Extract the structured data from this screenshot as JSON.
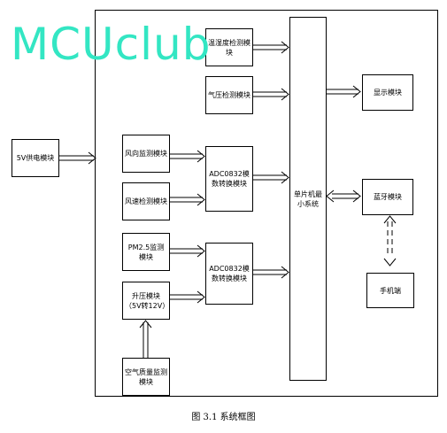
{
  "watermark": "MCUclub",
  "caption": "图 3.1  系统框图",
  "blocks": {
    "power": "5V供电模块",
    "temp": "温湿度检测模块",
    "pressure": "气压检测模块",
    "wind_dir": "风向监测模块",
    "wind_speed": "风速检测模块",
    "adc1": "ADC0832模数转换模块",
    "pm25": "PM2.5监测模块",
    "boost": "升压模块（5V转12V）",
    "adc2": "ADC0832模数转换模块",
    "air": "空气质量监测模块",
    "mcu": "单片机最小系统",
    "display": "显示模块",
    "bluetooth": "蓝牙模块",
    "phone": "手机端"
  },
  "colors": {
    "watermark": "#33e6c3",
    "line": "#000000"
  }
}
